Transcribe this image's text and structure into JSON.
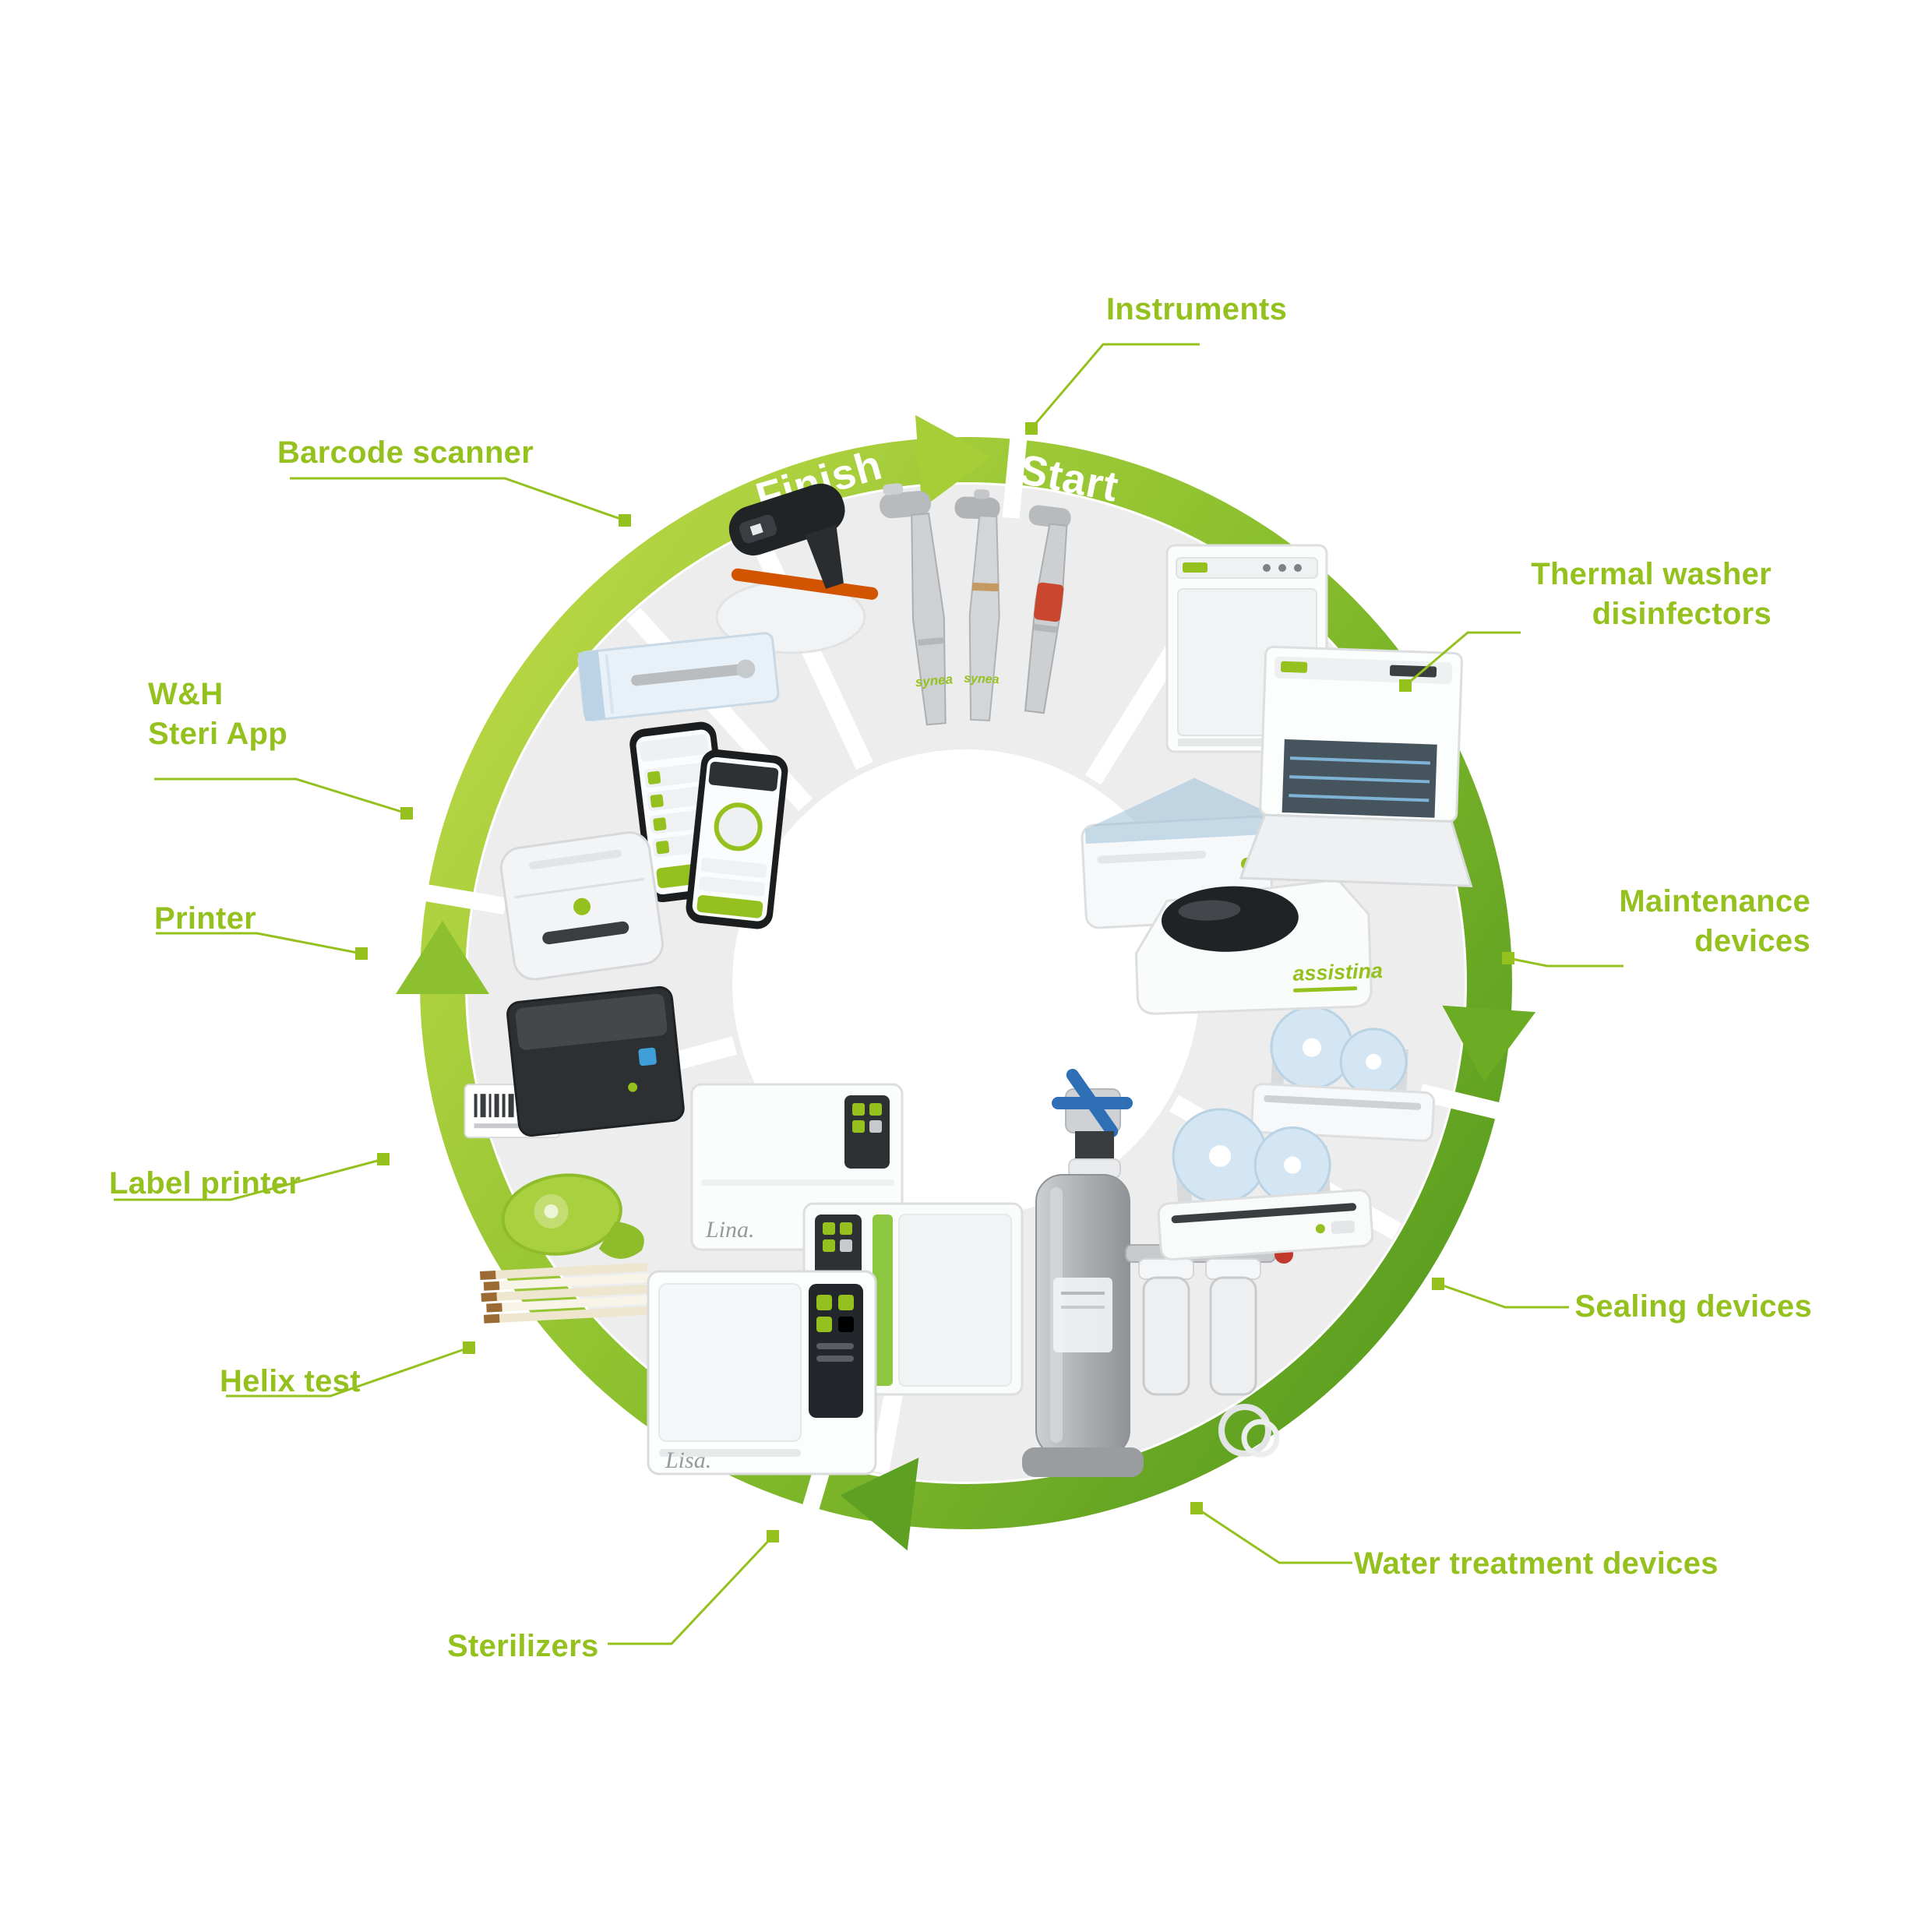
{
  "cycle": {
    "start_label": "Start",
    "finish_label": "Finish"
  },
  "categories": [
    {
      "id": "instruments",
      "label": "Instruments"
    },
    {
      "id": "thermal-washer-disinfectors",
      "label": "Thermal washer\ndisinfectors"
    },
    {
      "id": "maintenance-devices",
      "label": "Maintenance\ndevices"
    },
    {
      "id": "sealing-devices",
      "label": "Sealing devices"
    },
    {
      "id": "water-treatment-devices",
      "label": "Water treatment devices"
    },
    {
      "id": "sterilizers",
      "label": "Sterilizers"
    },
    {
      "id": "helix-test",
      "label": "Helix test"
    },
    {
      "id": "label-printer",
      "label": "Label printer"
    },
    {
      "id": "printer",
      "label": "Printer"
    },
    {
      "id": "steri-app",
      "label": "W&H\nSteri App"
    },
    {
      "id": "barcode-scanner",
      "label": "Barcode scanner"
    }
  ],
  "products": {
    "synea_label": "synea",
    "assistina_label": "assistina",
    "lisa_label": "Lisa.",
    "lina_label": "Lina."
  },
  "colors": {
    "accent_green": "#95c11f",
    "ring_light": "#c3dc4a",
    "ring_dark": "#5ea021",
    "segment_gray": "#ededee"
  }
}
